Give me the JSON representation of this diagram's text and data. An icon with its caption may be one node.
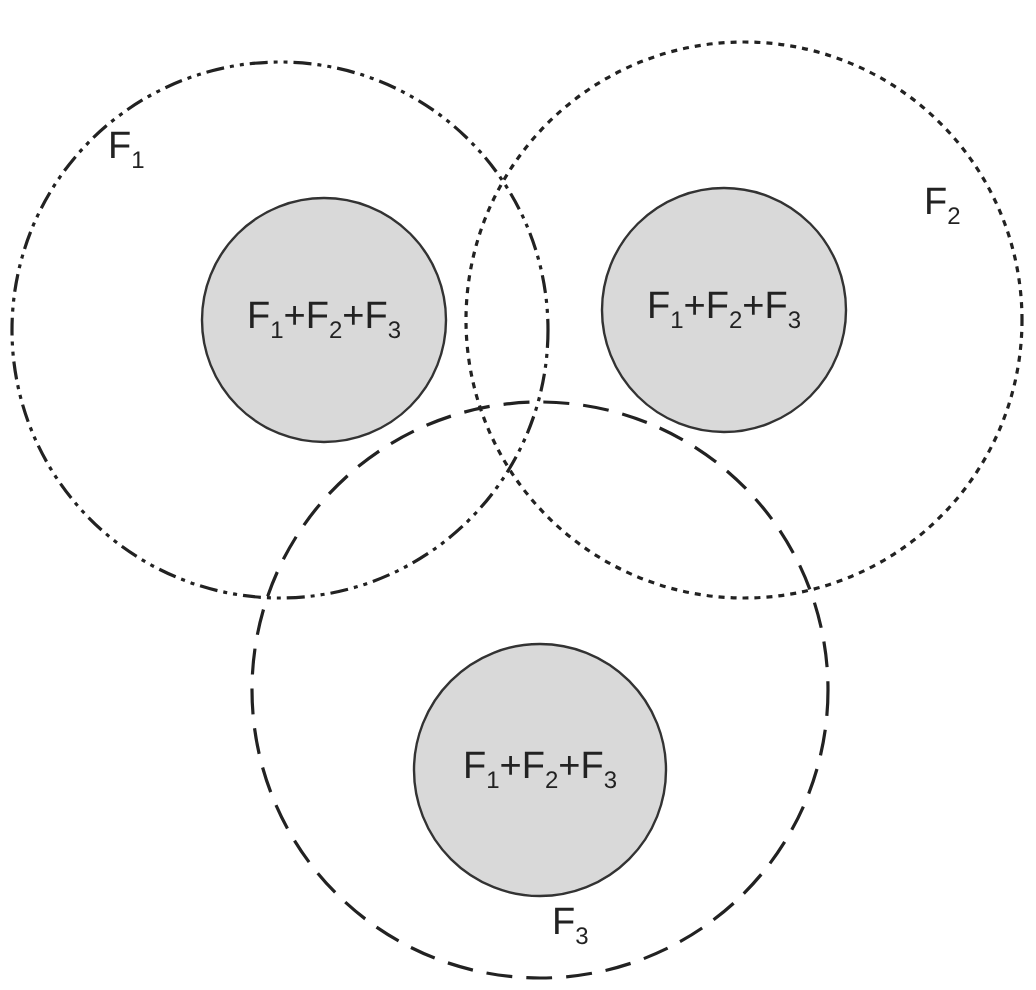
{
  "diagram": {
    "nodes": [
      {
        "text": [
          "F$_{1}$"
        ]
      },
      {
        "text": [
          "F$_{1}$+F$_{2}$+F$_{3}$"
        ],
        "in": 0
      },
      {
        "text": [
          "F$_{2}$"
        ]
      },
      {
        "text": [
          "F$_{1}$+F$_{2}$+F$_{3}$"
        ],
        "in": 2
      },
      {
        "text": [
          "F$_{3}$"
        ]
      },
      {
        "text": [
          "F$_{1}$+F$_{2}$+F$_{3}$"
        ],
        "in": 4
      }
    ]
  }
}
